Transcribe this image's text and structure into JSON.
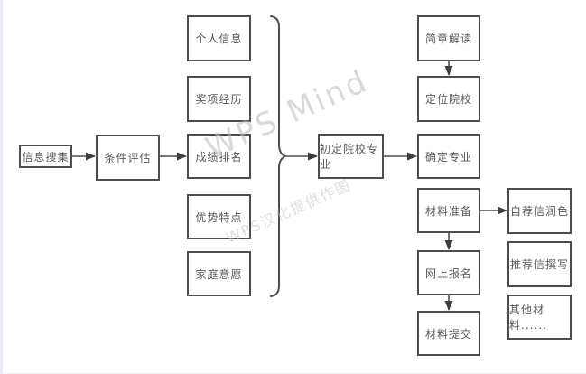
{
  "watermark": {
    "main": "WPS Mind",
    "sub": "WPS汉化提供作图"
  },
  "nodes": {
    "info_collect": {
      "label": "信息搜集"
    },
    "condition_eval": {
      "label": "条件评估"
    },
    "personal_info": {
      "label": "个人信息"
    },
    "awards": {
      "label": "奖项经历"
    },
    "grade_rank": {
      "label": "成绩排名"
    },
    "strengths": {
      "label": "优势特点"
    },
    "family_wish": {
      "label": "家庭意愿"
    },
    "initial_school": {
      "label": "初定院校专业"
    },
    "brochure": {
      "label": "简章解读"
    },
    "locate_school": {
      "label": "定位院校"
    },
    "confirm_major": {
      "label": "确定专业"
    },
    "material_prep": {
      "label": "材料准备"
    },
    "online_reg": {
      "label": "网上报名"
    },
    "material_submit": {
      "label": "材料提交"
    },
    "self_letter": {
      "label": "自荐信润色"
    },
    "rec_letter": {
      "label": "推荐信撰写"
    },
    "other_materials": {
      "label": "其他材料......"
    }
  },
  "colors": {
    "box_border": "#4d4d4d",
    "text": "#595959",
    "connector": "#3d3d3d",
    "watermark": "#bcbcbc"
  }
}
